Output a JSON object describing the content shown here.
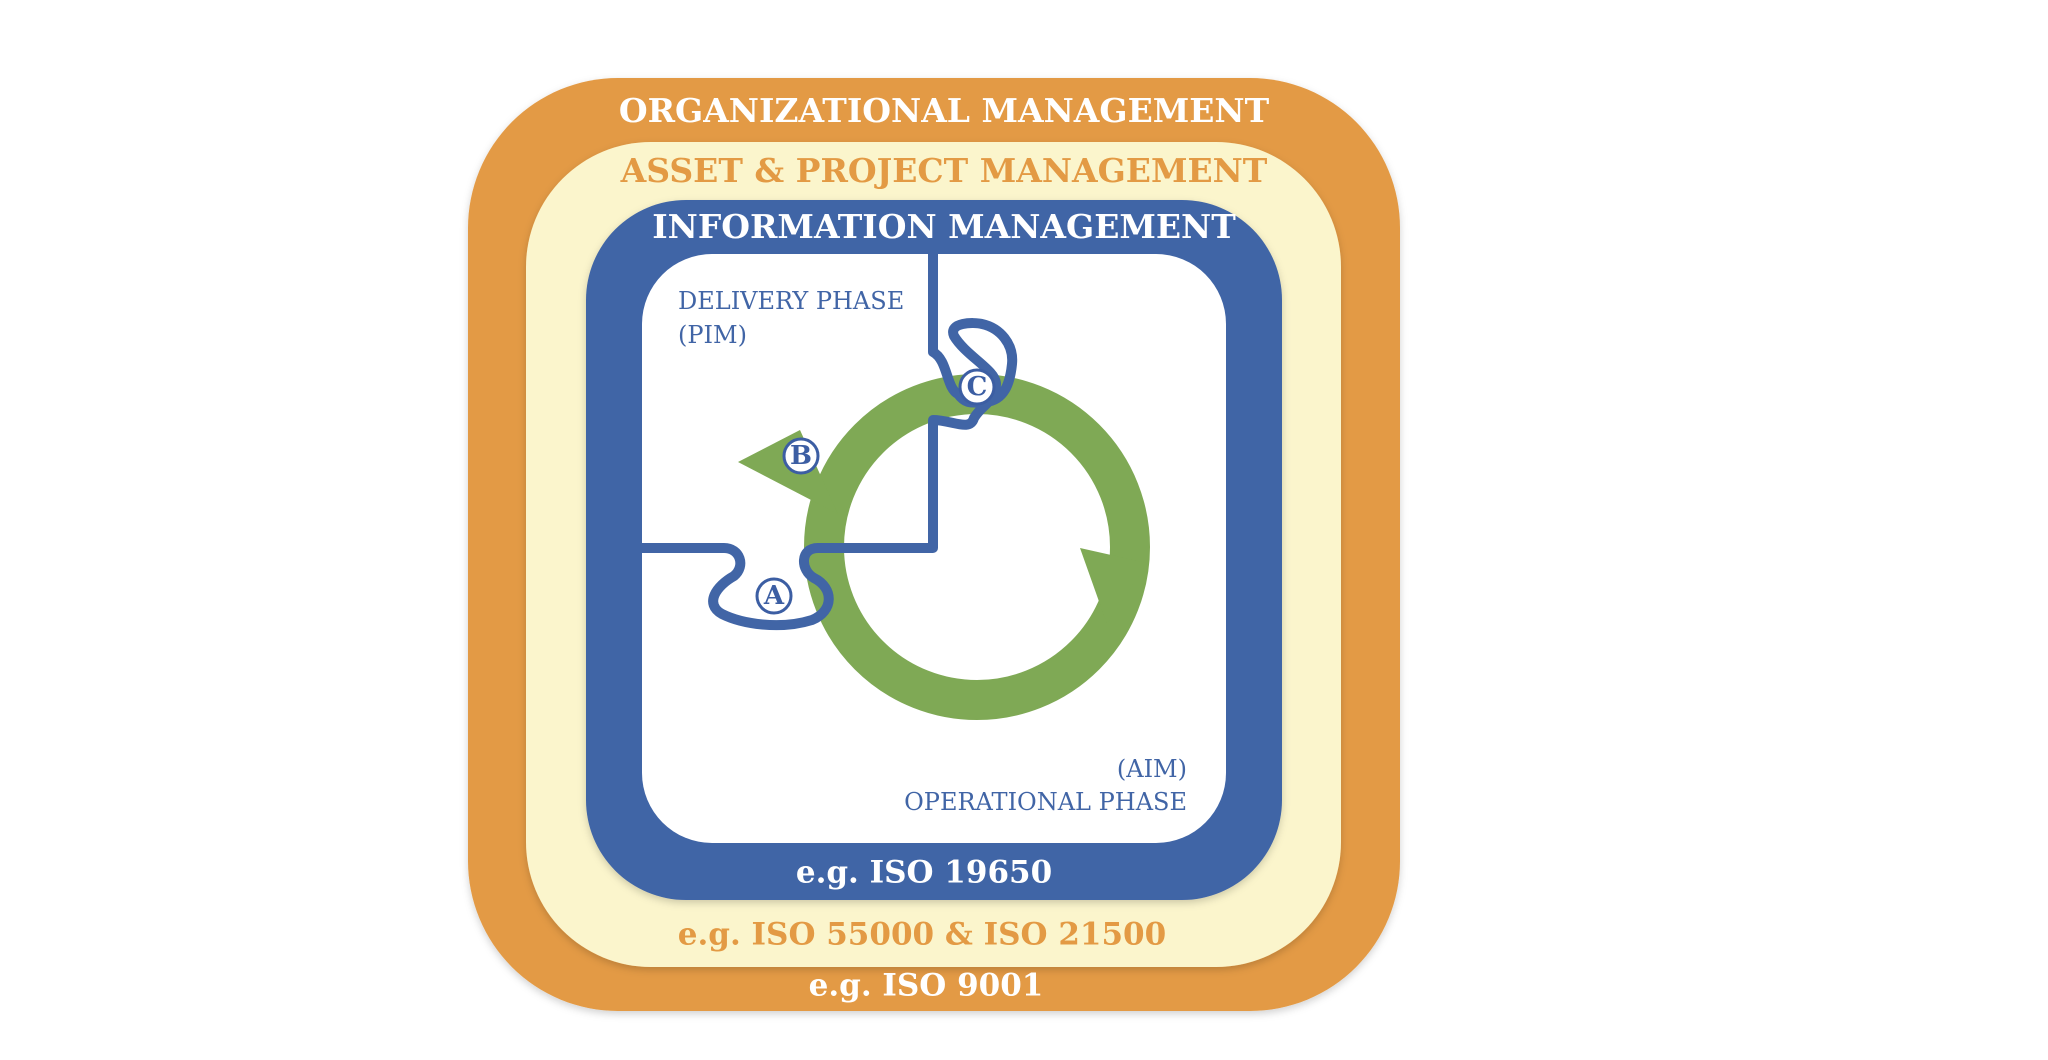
{
  "layers": {
    "organizational": {
      "title": "ORGANIZATIONAL MANAGEMENT",
      "standard": "e.g. ISO 9001",
      "color": "#e39a44",
      "text_color": "#ffffff"
    },
    "asset_project": {
      "title": "ASSET & PROJECT MANAGEMENT",
      "standard": "e.g. ISO 55000 & ISO 21500",
      "color": "#fbf5cc",
      "text_color": "#e39a44"
    },
    "information": {
      "title": "INFORMATION MANAGEMENT",
      "standard": "e.g. ISO 19650",
      "color": "#4165a6",
      "text_color": "#ffffff"
    }
  },
  "phases": {
    "delivery": {
      "line1": "DELIVERY PHASE",
      "line2": "(PIM)"
    },
    "operational": {
      "line1": "(AIM)",
      "line2": "OPERATIONAL PHASE"
    }
  },
  "markers": [
    "A",
    "B",
    "C"
  ],
  "cycle_color": "#7fa955"
}
